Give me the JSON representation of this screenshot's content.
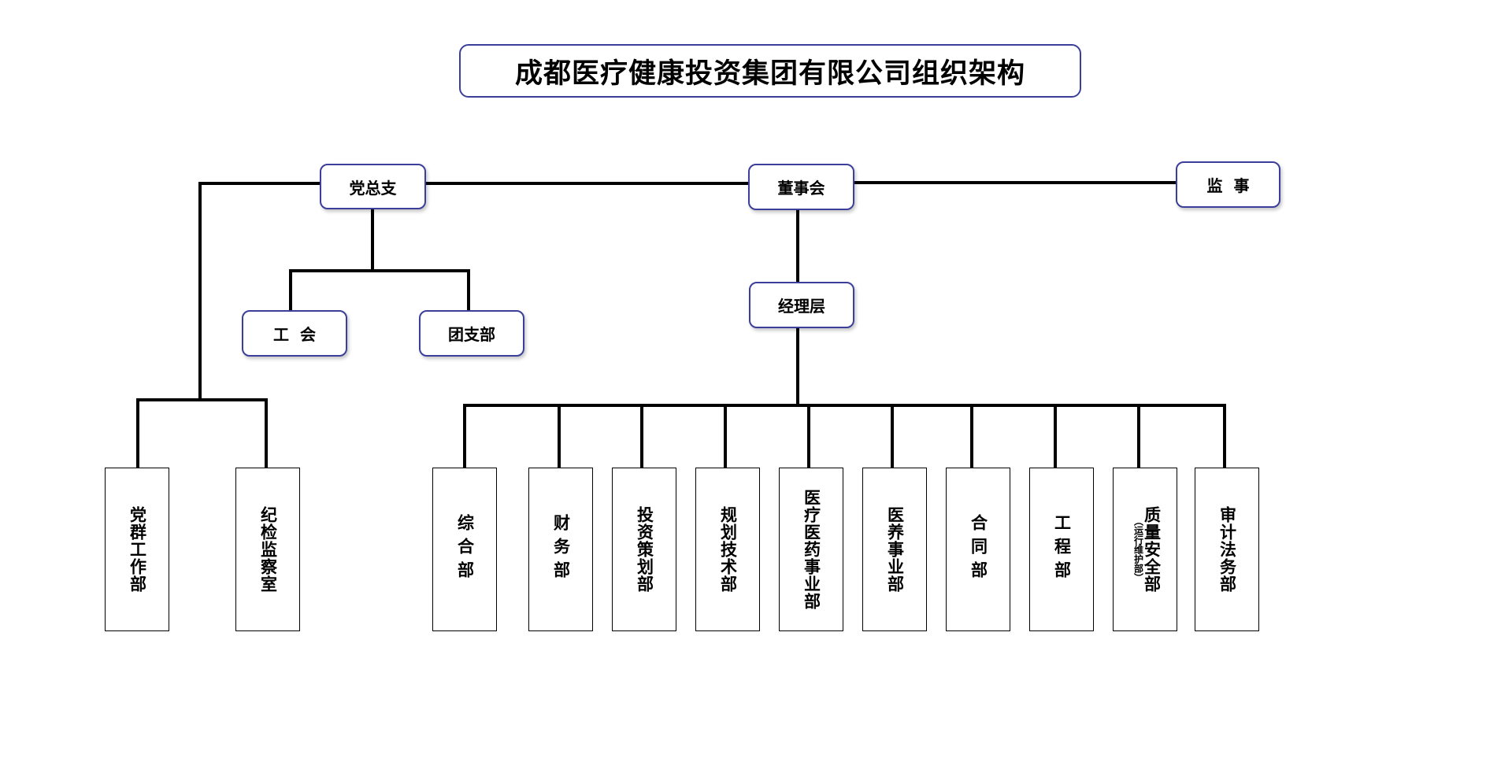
{
  "title": "成都医疗健康投资集团有限公司组织架构",
  "top_nodes": {
    "party": "党总支",
    "board": "董事会",
    "supervisor": "监  事"
  },
  "second_nodes": {
    "union": "工  会",
    "youth": "团支部",
    "management": "经理层"
  },
  "left_departments": [
    {
      "label": "党群工作部"
    },
    {
      "label": "纪检监察室"
    }
  ],
  "departments": [
    {
      "label": "综合部"
    },
    {
      "label": "财务部"
    },
    {
      "label": "投资策划部"
    },
    {
      "label": "规划技术部"
    },
    {
      "label": "医疗医药事业部"
    },
    {
      "label": "医养事业部"
    },
    {
      "label": "合同部"
    },
    {
      "label": "工程部"
    },
    {
      "label": "质量安全部",
      "note": "（运行维护部）"
    },
    {
      "label": "审计法务部"
    }
  ]
}
